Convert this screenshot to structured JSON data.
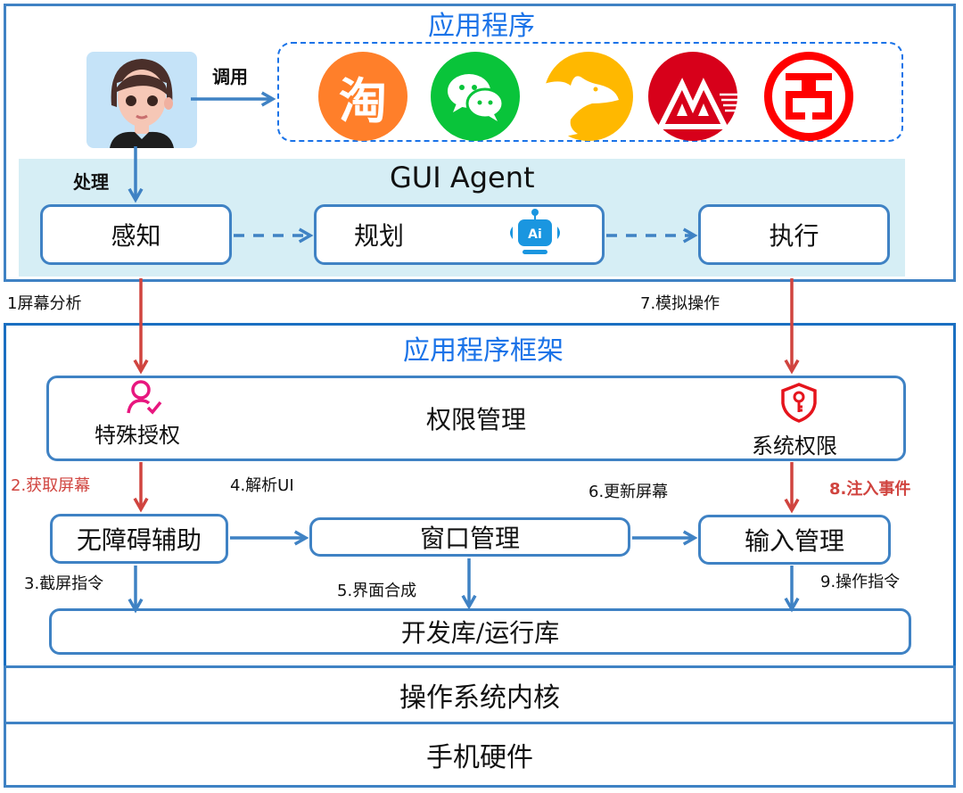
{
  "app_layer": {
    "title": "应用程序",
    "call_label": "调用",
    "process_label": "处理",
    "apps": [
      {
        "name": "taobao",
        "glyph": "淘",
        "color": "#ff7f2a"
      },
      {
        "name": "wechat",
        "glyph": "",
        "color": "#09c43a"
      },
      {
        "name": "meituan",
        "glyph": "",
        "color": "#ffb800"
      },
      {
        "name": "cmb",
        "glyph": "",
        "color": "#d7001a"
      },
      {
        "name": "icbc",
        "glyph": "",
        "color": "#ff0000"
      }
    ]
  },
  "agent": {
    "title": "GUI Agent",
    "nodes": {
      "perceive": "感知",
      "plan": "规划",
      "execute": "执行"
    },
    "ai_badge": "Ai"
  },
  "flow_labels": {
    "step1": "1屏幕分析",
    "step2": "2.获取屏幕",
    "step3": "3.截屏指令",
    "step4": "4.解析UI",
    "step5": "5.界面合成",
    "step6": "6.更新屏幕",
    "step7": "7.模拟操作",
    "step8": "8.注入事件",
    "step9": "9.操作指令"
  },
  "framework": {
    "title": "应用程序框架",
    "permission": {
      "label": "权限管理",
      "special": "特殊授权",
      "system": "系统权限"
    },
    "accessibility": "无障碍辅助",
    "window": "窗口管理",
    "input": "输入管理",
    "libraries": "开发库/运行库"
  },
  "kernel": "操作系统内核",
  "hardware": "手机硬件",
  "colors": {
    "frame_blue": "#3f82c4",
    "title_blue": "#1a73e8",
    "agent_bg": "#d6eef5",
    "arrow_red": "#d0443f",
    "pink_icon": "#e8177f",
    "shield_red": "#e5141c"
  }
}
